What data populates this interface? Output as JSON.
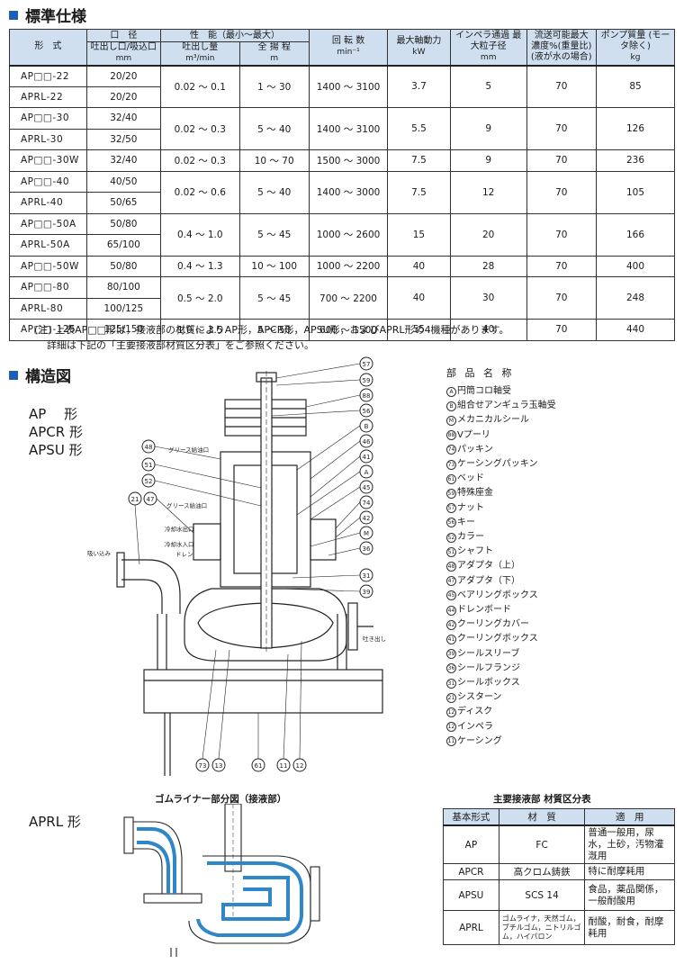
{
  "section1_title": "標準仕様",
  "section2_title": "構造図",
  "spec_headers": {
    "model": "形　式",
    "bore_group": "口　径",
    "bore": "吐出し口/吸込口",
    "bore_unit": "mm",
    "perf_group": "性　能（最小～最大）",
    "flow": "吐出し量",
    "flow_unit": "m³/min",
    "head": "全 揚 程",
    "head_unit": "m",
    "speed": "回 転 数",
    "speed_unit": "min⁻¹",
    "power": "最大軸動力",
    "power_unit": "kW",
    "particle": "インペラ通過 最大粒子径",
    "particle_unit": "mm",
    "conc": "流送可能最大 濃度%(重量比) (液が水の場合)",
    "weight": "ポンプ質量 (モータ除く)",
    "weight_unit": "kg"
  },
  "spec_rows": [
    {
      "model": "AP□□-22",
      "bore": "20/20",
      "flow": "0.02 ～ 0.1",
      "head": "1 ～ 30",
      "speed": "1400 ～ 3100",
      "power": "3.7",
      "particle": "5",
      "conc": "70",
      "weight": "85"
    },
    {
      "model": "APRL-22",
      "bore": "20/20"
    },
    {
      "model": "AP□□-30",
      "bore": "32/40",
      "flow": "0.02 ～ 0.3",
      "head": "5 ～ 40",
      "speed": "1400 ～ 3100",
      "power": "5.5",
      "particle": "9",
      "conc": "70",
      "weight": "126"
    },
    {
      "model": "APRL-30",
      "bore": "32/50"
    },
    {
      "model": "AP□□-30W",
      "bore": "32/40",
      "flow": "0.02 ～ 0.3",
      "head": "10 ～ 70",
      "speed": "1500 ～ 3000",
      "power": "7.5",
      "particle": "9",
      "conc": "70",
      "weight": "236"
    },
    {
      "model": "AP□□-40",
      "bore": "40/50",
      "flow": "0.02 ～ 0.6",
      "head": "5 ～ 40",
      "speed": "1400 ～ 3000",
      "power": "7.5",
      "particle": "12",
      "conc": "70",
      "weight": "105"
    },
    {
      "model": "APRL-40",
      "bore": "50/65"
    },
    {
      "model": "AP□□-50A",
      "bore": "50/80",
      "flow": "0.4 ～ 1.0",
      "head": "5 ～ 45",
      "speed": "1000 ～ 2600",
      "power": "15",
      "particle": "20",
      "conc": "70",
      "weight": "166"
    },
    {
      "model": "APRL-50A",
      "bore": "65/100"
    },
    {
      "model": "AP□□-50W",
      "bore": "50/80",
      "flow": "0.4 ～ 1.3",
      "head": "10 ～ 100",
      "speed": "1000 ～ 2200",
      "power": "40",
      "particle": "28",
      "conc": "70",
      "weight": "400"
    },
    {
      "model": "AP□□-80",
      "bore": "80/100",
      "flow": "0.5 ～ 2.0",
      "head": "5 ～ 45",
      "speed": "700 ～ 2200",
      "power": "40",
      "particle": "30",
      "conc": "70",
      "weight": "248"
    },
    {
      "model": "APRL-80",
      "bore": "100/125"
    },
    {
      "model": "AP□□-125",
      "bore": "125/150",
      "flow": "1.0 ～ 3.5",
      "head": "5 ～ 50",
      "speed": "600 ～ 1500",
      "power": "55",
      "particle": "40",
      "conc": "70",
      "weight": "440"
    }
  ],
  "note_line1": "(注) 上表AP□□形は，接液部の材質によりAP形，APCR形，APSU形，およびAPRL形の4機種があります。",
  "note_line2": "詳細は下記の「主要接液部材質区分表」をご参照ください。",
  "models_label": [
    "AP　 形",
    "APCR 形",
    "APSU 形"
  ],
  "aprl_label": "APRL 形",
  "rubber_title": "ゴムライナー部分図（接液部）",
  "drawing_labels": {
    "grease1": "グリース給油口",
    "grease2": "グリース給油口",
    "cool_out": "冷却水出口",
    "cool_in": "冷却水入口",
    "drain": "ドレン",
    "suction": "吸い込み",
    "discharge": "吐き出し"
  },
  "parts_title": "部 品 名 称",
  "parts": [
    {
      "no": "A",
      "name": "円筒コロ軸受"
    },
    {
      "no": "B",
      "name": "組合せアンギュラ玉軸受"
    },
    {
      "no": "M",
      "name": "メカニカルシール"
    },
    {
      "no": "88",
      "name": "Vプーリ"
    },
    {
      "no": "74",
      "name": "パッキン"
    },
    {
      "no": "73",
      "name": "ケーシングパッキン"
    },
    {
      "no": "61",
      "name": "ベッド"
    },
    {
      "no": "59",
      "name": "特殊座金"
    },
    {
      "no": "57",
      "name": "ナット"
    },
    {
      "no": "56",
      "name": "キー"
    },
    {
      "no": "52",
      "name": "カラー"
    },
    {
      "no": "51",
      "name": "シャフト"
    },
    {
      "no": "48",
      "name": "アダプタ（上）"
    },
    {
      "no": "47",
      "name": "アダプタ（下）"
    },
    {
      "no": "45",
      "name": "ベアリングボックス"
    },
    {
      "no": "44",
      "name": "ドレンボード"
    },
    {
      "no": "42",
      "name": "クーリングカバー"
    },
    {
      "no": "41",
      "name": "クーリングボックス"
    },
    {
      "no": "39",
      "name": "シールスリーブ"
    },
    {
      "no": "36",
      "name": "シールフランジ"
    },
    {
      "no": "31",
      "name": "シールボックス"
    },
    {
      "no": "21",
      "name": "シスターン"
    },
    {
      "no": "12",
      "name": "ディスク"
    },
    {
      "no": "12",
      "name": "インペラ"
    },
    {
      "no": "11",
      "name": "ケーシング"
    }
  ],
  "callouts_right": [
    "57",
    "59",
    "88",
    "56",
    "B",
    "46",
    "41",
    "A",
    "45",
    "74",
    "42",
    "M",
    "36",
    "31",
    "39"
  ],
  "callouts_left": [
    "48",
    "51",
    "52",
    "21",
    "47"
  ],
  "callouts_bottom": [
    "73",
    "13",
    "61",
    "11",
    "12"
  ],
  "mat_title": "主要接液部 材質区分表",
  "mat_headers": {
    "base": "基本形式",
    "material": "材　質",
    "use": "適　用"
  },
  "mat_rows": [
    {
      "base": "AP",
      "material": "FC",
      "use": "普通一般用，尿水，土砂，汚物灌漑用"
    },
    {
      "base": "APCR",
      "material": "高クロム鋳鉄",
      "use": "特に耐摩耗用"
    },
    {
      "base": "APSU",
      "material": "SCS 14",
      "use": "食品，薬品関係，一般耐酸用"
    },
    {
      "base": "APRL",
      "material": "ゴムライナ，天然ゴム，ブチルゴム，ニトリルゴム，ハイパロン",
      "use": "耐酸，耐食，耐摩耗用"
    }
  ],
  "colors": {
    "accent": "#1f5fb0",
    "header_bg": "#cfdff0",
    "liner": "#2f86c8"
  }
}
